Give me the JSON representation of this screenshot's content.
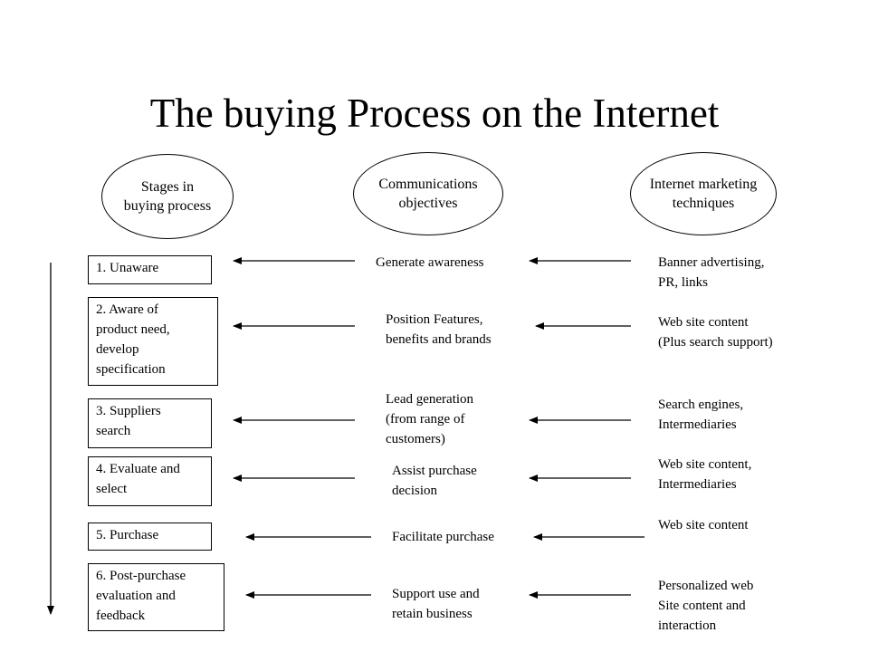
{
  "title": "The buying Process on the Internet",
  "headers": {
    "stages": "Stages in\nbuying process",
    "objectives": "Communications\nobjectives",
    "techniques": "Internet marketing\ntechniques"
  },
  "rows": [
    {
      "stage": "1. Unaware",
      "objective": "Generate awareness",
      "technique": "Banner advertising,\nPR, links"
    },
    {
      "stage": "2. Aware of\nproduct need,\ndevelop\nspecification",
      "objective": "Position Features,\nbenefits and brands",
      "technique": "Web site content\n(Plus search support)"
    },
    {
      "stage": "3. Suppliers\nsearch",
      "objective": "Lead generation\n(from range of\ncustomers)",
      "technique": "Search engines,\nIntermediaries"
    },
    {
      "stage": "4. Evaluate and\nselect",
      "objective": "Assist purchase\ndecision",
      "technique": "Web site content,\nIntermediaries"
    },
    {
      "stage": "5. Purchase",
      "objective": "Facilitate purchase",
      "technique": "Web site content"
    },
    {
      "stage": "6. Post-purchase\nevaluation and\nfeedback",
      "objective": "Support use and\nretain business",
      "technique": "Personalized web\nSite content and\ninteraction"
    }
  ]
}
